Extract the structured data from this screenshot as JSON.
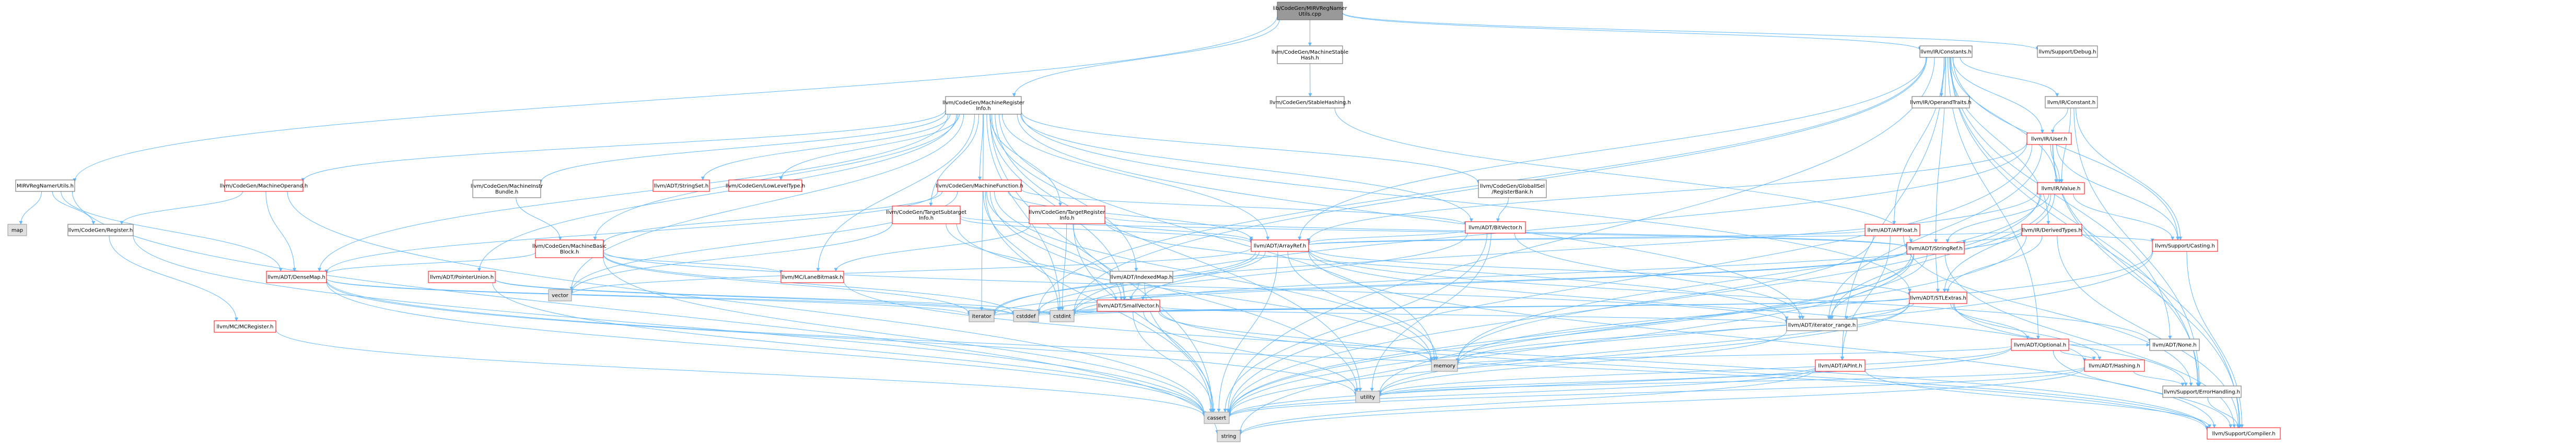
{
  "colors": {
    "edge": "#63b8ff",
    "root_fill": "#999999",
    "root_border": "#666666",
    "local_border": "#666666",
    "error_border": "#ff0000",
    "system_fill": "#e0e0e0",
    "system_border": "#999999"
  },
  "nodes": [
    {
      "id": "n_root",
      "kind": "root",
      "lines": [
        "lib/CodeGen/MIRVRegNamer",
        "Utils.cpp"
      ]
    },
    {
      "id": "n_mirvru_h",
      "kind": "local",
      "lines": [
        "MIRVRegNamerUtils.h"
      ]
    },
    {
      "id": "n_mri_h",
      "kind": "local",
      "lines": [
        "llvm/CodeGen/MachineRegister",
        "Info.h"
      ]
    },
    {
      "id": "n_mst_h",
      "kind": "local",
      "lines": [
        "llvm/CodeGen/MachineStable",
        "Hash.h"
      ]
    },
    {
      "id": "n_stablehash_h",
      "kind": "local",
      "lines": [
        "llvm/CodeGen/StableHashing.h"
      ]
    },
    {
      "id": "n_constants_h",
      "kind": "local",
      "lines": [
        "llvm/IR/Constants.h"
      ]
    },
    {
      "id": "n_debug_h",
      "kind": "local",
      "lines": [
        "llvm/Support/Debug.h"
      ]
    },
    {
      "id": "n_map",
      "kind": "system",
      "lines": [
        "map"
      ]
    },
    {
      "id": "n_register_h",
      "kind": "local",
      "lines": [
        "llvm/CodeGen/Register.h"
      ]
    },
    {
      "id": "n_mo_h",
      "kind": "error",
      "lines": [
        "llvm/CodeGen/MachineOperand.h"
      ]
    },
    {
      "id": "n_mcregister_h",
      "kind": "error",
      "lines": [
        "llvm/MC/MCRegister.h"
      ]
    },
    {
      "id": "n_densemap_h",
      "kind": "error",
      "lines": [
        "llvm/ADT/DenseMap.h"
      ]
    },
    {
      "id": "n_mbb_h",
      "kind": "error",
      "lines": [
        "llvm/CodeGen/MachineBasic",
        "Block.h"
      ]
    },
    {
      "id": "n_pu_h",
      "kind": "error",
      "lines": [
        "llvm/ADT/PointerUnion.h"
      ]
    },
    {
      "id": "n_mib_h",
      "kind": "local",
      "lines": [
        "llvm/CodeGen/MachineInstr",
        "Bundle.h"
      ]
    },
    {
      "id": "n_stringset_h",
      "kind": "error",
      "lines": [
        "llvm/ADT/StringSet.h"
      ]
    },
    {
      "id": "n_llt_h",
      "kind": "error",
      "lines": [
        "llvm/CodeGen/LowLevelType.h"
      ]
    },
    {
      "id": "n_mf_h",
      "kind": "error",
      "lines": [
        "llvm/CodeGen/MachineFunction.h"
      ]
    },
    {
      "id": "n_tsi_h",
      "kind": "error",
      "lines": [
        "llvm/CodeGen/TargetSubtarget",
        "Info.h"
      ]
    },
    {
      "id": "n_tri_h",
      "kind": "error",
      "lines": [
        "llvm/CodeGen/TargetRegister",
        "Info.h"
      ]
    },
    {
      "id": "n_imap_h",
      "kind": "local",
      "lines": [
        "llvm/ADT/IndexedMap.h"
      ]
    },
    {
      "id": "n_grb_h",
      "kind": "local",
      "lines": [
        "llvm/CodeGen/GlobalISel",
        "/RegisterBank.h"
      ]
    },
    {
      "id": "n_bitvector_h",
      "kind": "error",
      "lines": [
        "llvm/ADT/BitVector.h"
      ]
    },
    {
      "id": "n_lanemask_h",
      "kind": "error",
      "lines": [
        "llvm/MC/LaneBitmask.h"
      ]
    },
    {
      "id": "n_arrayref_h",
      "kind": "error",
      "lines": [
        "llvm/ADT/ArrayRef.h"
      ]
    },
    {
      "id": "n_smallvector_h",
      "kind": "error",
      "lines": [
        "llvm/ADT/SmallVector.h"
      ]
    },
    {
      "id": "n_stringref_h",
      "kind": "error",
      "lines": [
        "llvm/ADT/StringRef.h"
      ]
    },
    {
      "id": "n_stlextras_h",
      "kind": "error",
      "lines": [
        "llvm/ADT/STLExtras.h"
      ]
    },
    {
      "id": "n_iterrange_h",
      "kind": "local",
      "lines": [
        "llvm/ADT/iterator_range.h"
      ]
    },
    {
      "id": "n_apint_h",
      "kind": "error",
      "lines": [
        "llvm/ADT/APInt.h"
      ]
    },
    {
      "id": "n_hashing_h",
      "kind": "error",
      "lines": [
        "llvm/ADT/Hashing.h"
      ]
    },
    {
      "id": "n_optional_h",
      "kind": "error",
      "lines": [
        "llvm/ADT/Optional.h"
      ]
    },
    {
      "id": "n_none_h",
      "kind": "local",
      "lines": [
        "llvm/ADT/None.h"
      ]
    },
    {
      "id": "n_errhand_h",
      "kind": "local",
      "lines": [
        "llvm/Support/ErrorHandling.h"
      ]
    },
    {
      "id": "n_compiler_h",
      "kind": "error",
      "lines": [
        "llvm/Support/Compiler.h"
      ]
    },
    {
      "id": "n_casting_h",
      "kind": "error",
      "lines": [
        "llvm/Support/Casting.h"
      ]
    },
    {
      "id": "n_user_h",
      "kind": "error",
      "lines": [
        "llvm/IR/User.h"
      ]
    },
    {
      "id": "n_value_h",
      "kind": "error",
      "lines": [
        "llvm/IR/Value.h"
      ]
    },
    {
      "id": "n_constant_h",
      "kind": "local",
      "lines": [
        "llvm/IR/Constant.h"
      ]
    },
    {
      "id": "n_optraits_h",
      "kind": "local",
      "lines": [
        "llvm/IR/OperandTraits.h"
      ]
    },
    {
      "id": "n_dtypes_h",
      "kind": "error",
      "lines": [
        "llvm/IR/DerivedTypes.h"
      ]
    },
    {
      "id": "n_apfloat_h",
      "kind": "error",
      "lines": [
        "llvm/ADT/APFloat.h"
      ]
    },
    {
      "id": "n_vector",
      "kind": "system",
      "lines": [
        "vector"
      ]
    },
    {
      "id": "n_iterator",
      "kind": "system",
      "lines": [
        "iterator"
      ]
    },
    {
      "id": "n_cstddef",
      "kind": "system",
      "lines": [
        "cstddef"
      ]
    },
    {
      "id": "n_cstdint",
      "kind": "system",
      "lines": [
        "cstdint"
      ]
    },
    {
      "id": "n_memory",
      "kind": "system",
      "lines": [
        "memory"
      ]
    },
    {
      "id": "n_cassert",
      "kind": "system",
      "lines": [
        "cassert"
      ]
    },
    {
      "id": "n_utility",
      "kind": "system",
      "lines": [
        "utility"
      ]
    },
    {
      "id": "n_string",
      "kind": "system",
      "lines": [
        "string"
      ]
    }
  ],
  "edges": [
    [
      "n_root",
      "n_mirvru_h"
    ],
    [
      "n_root",
      "n_mri_h"
    ],
    [
      "n_root",
      "n_mst_h"
    ],
    [
      "n_root",
      "n_constants_h"
    ],
    [
      "n_root",
      "n_debug_h"
    ],
    [
      "n_mst_h",
      "n_stablehash_h"
    ],
    [
      "n_stablehash_h",
      "n_stringref_h"
    ],
    [
      "n_mirvru_h",
      "n_map"
    ],
    [
      "n_mirvru_h",
      "n_register_h"
    ],
    [
      "n_mirvru_h",
      "n_densemap_h"
    ],
    [
      "n_mirvru_h",
      "n_string"
    ],
    [
      "n_register_h",
      "n_mcregister_h"
    ],
    [
      "n_register_h",
      "n_cassert"
    ],
    [
      "n_mcregister_h",
      "n_cassert"
    ],
    [
      "n_mri_h",
      "n_mo_h"
    ],
    [
      "n_mri_h",
      "n_mbb_h"
    ],
    [
      "n_mri_h",
      "n_pu_h"
    ],
    [
      "n_mri_h",
      "n_mib_h"
    ],
    [
      "n_mri_h",
      "n_stringset_h"
    ],
    [
      "n_mri_h",
      "n_llt_h"
    ],
    [
      "n_mri_h",
      "n_mf_h"
    ],
    [
      "n_mri_h",
      "n_tsi_h"
    ],
    [
      "n_mri_h",
      "n_tri_h"
    ],
    [
      "n_mri_h",
      "n_imap_h"
    ],
    [
      "n_mri_h",
      "n_grb_h"
    ],
    [
      "n_mri_h",
      "n_bitvector_h"
    ],
    [
      "n_mri_h",
      "n_arrayref_h"
    ],
    [
      "n_mri_h",
      "n_smallvector_h"
    ],
    [
      "n_mri_h",
      "n_stlextras_h"
    ],
    [
      "n_mri_h",
      "n_iterrange_h"
    ],
    [
      "n_mri_h",
      "n_vector"
    ],
    [
      "n_mri_h",
      "n_memory"
    ],
    [
      "n_mri_h",
      "n_cstdint"
    ],
    [
      "n_mri_h",
      "n_utility"
    ],
    [
      "n_mri_h",
      "n_iterator"
    ],
    [
      "n_mri_h",
      "n_cassert"
    ],
    [
      "n_mri_h",
      "n_lanemask_h"
    ],
    [
      "n_mri_h",
      "n_densemap_h"
    ],
    [
      "n_mo_h",
      "n_densemap_h"
    ],
    [
      "n_mo_h",
      "n_register_h"
    ],
    [
      "n_mo_h",
      "n_cassert"
    ],
    [
      "n_mbb_h",
      "n_densemap_h"
    ],
    [
      "n_mbb_h",
      "n_lanemask_h"
    ],
    [
      "n_mbb_h",
      "n_iterrange_h"
    ],
    [
      "n_mbb_h",
      "n_cassert"
    ],
    [
      "n_mbb_h",
      "n_iterator"
    ],
    [
      "n_mbb_h",
      "n_cstddef"
    ],
    [
      "n_mib_h",
      "n_mbb_h"
    ],
    [
      "n_pu_h",
      "n_cassert"
    ],
    [
      "n_pu_h",
      "n_cstddef"
    ],
    [
      "n_pu_h",
      "n_cstdint"
    ],
    [
      "n_densemap_h",
      "n_cassert"
    ],
    [
      "n_densemap_h",
      "n_cstddef"
    ],
    [
      "n_densemap_h",
      "n_iterator"
    ],
    [
      "n_densemap_h",
      "n_utility"
    ],
    [
      "n_densemap_h",
      "n_compiler_h"
    ],
    [
      "n_mf_h",
      "n_arrayref_h"
    ],
    [
      "n_mf_h",
      "n_bitvector_h"
    ],
    [
      "n_mf_h",
      "n_densemap_h"
    ],
    [
      "n_mf_h",
      "n_smallvector_h"
    ],
    [
      "n_mf_h",
      "n_mbb_h"
    ],
    [
      "n_mf_h",
      "n_vector"
    ],
    [
      "n_mf_h",
      "n_cassert"
    ],
    [
      "n_mf_h",
      "n_cstdint"
    ],
    [
      "n_mf_h",
      "n_memory"
    ],
    [
      "n_mf_h",
      "n_utility"
    ],
    [
      "n_tsi_h",
      "n_arrayref_h"
    ],
    [
      "n_tsi_h",
      "n_smallvector_h"
    ],
    [
      "n_tsi_h",
      "n_stringref_h"
    ],
    [
      "n_tsi_h",
      "n_vector"
    ],
    [
      "n_tsi_h",
      "n_memory"
    ],
    [
      "n_tri_h",
      "n_arrayref_h"
    ],
    [
      "n_tri_h",
      "n_smallvector_h"
    ],
    [
      "n_tri_h",
      "n_stringref_h"
    ],
    [
      "n_tri_h",
      "n_iterrange_h"
    ],
    [
      "n_tri_h",
      "n_lanemask_h"
    ],
    [
      "n_tri_h",
      "n_cassert"
    ],
    [
      "n_tri_h",
      "n_cstdint"
    ],
    [
      "n_imap_h",
      "n_smallvector_h"
    ],
    [
      "n_imap_h",
      "n_cassert"
    ],
    [
      "n_grb_h",
      "n_bitvector_h"
    ],
    [
      "n_bitvector_h",
      "n_arrayref_h"
    ],
    [
      "n_bitvector_h",
      "n_iterrange_h"
    ],
    [
      "n_bitvector_h",
      "n_cstdint"
    ],
    [
      "n_bitvector_h",
      "n_cassert"
    ],
    [
      "n_bitvector_h",
      "n_utility"
    ],
    [
      "n_lanemask_h",
      "n_compiler_h"
    ],
    [
      "n_arrayref_h",
      "n_hashing_h"
    ],
    [
      "n_arrayref_h",
      "n_none_h"
    ],
    [
      "n_arrayref_h",
      "n_smallvector_h"
    ],
    [
      "n_arrayref_h",
      "n_stlextras_h"
    ],
    [
      "n_arrayref_h",
      "n_compiler_h"
    ],
    [
      "n_arrayref_h",
      "n_cstddef"
    ],
    [
      "n_arrayref_h",
      "n_iterator"
    ],
    [
      "n_arrayref_h",
      "n_memory"
    ],
    [
      "n_arrayref_h",
      "n_vector"
    ],
    [
      "n_arrayref_h",
      "n_cassert"
    ],
    [
      "n_smallvector_h",
      "n_iterrange_h"
    ],
    [
      "n_smallvector_h",
      "n_compiler_h"
    ],
    [
      "n_smallvector_h",
      "n_cassert"
    ],
    [
      "n_smallvector_h",
      "n_cstddef"
    ],
    [
      "n_smallvector_h",
      "n_cstdint"
    ],
    [
      "n_smallvector_h",
      "n_iterator"
    ],
    [
      "n_smallvector_h",
      "n_memory"
    ],
    [
      "n_smallvector_h",
      "n_utility"
    ],
    [
      "n_stringref_h",
      "n_stlextras_h"
    ],
    [
      "n_stringref_h",
      "n_iterrange_h"
    ],
    [
      "n_stringref_h",
      "n_compiler_h"
    ],
    [
      "n_stringref_h",
      "n_cassert"
    ],
    [
      "n_stringref_h",
      "n_cstddef"
    ],
    [
      "n_stringref_h",
      "n_iterator"
    ],
    [
      "n_stringref_h",
      "n_string"
    ],
    [
      "n_stringref_h",
      "n_utility"
    ],
    [
      "n_stlextras_h",
      "n_optional_h"
    ],
    [
      "n_stlextras_h",
      "n_hashing_h"
    ],
    [
      "n_stlextras_h",
      "n_iterrange_h"
    ],
    [
      "n_stlextras_h",
      "n_errhand_h"
    ],
    [
      "n_stlextras_h",
      "n_cassert"
    ],
    [
      "n_stlextras_h",
      "n_cstddef"
    ],
    [
      "n_stlextras_h",
      "n_cstdint"
    ],
    [
      "n_stlextras_h",
      "n_iterator"
    ],
    [
      "n_stlextras_h",
      "n_memory"
    ],
    [
      "n_stlextras_h",
      "n_utility"
    ],
    [
      "n_iterrange_h",
      "n_utility"
    ],
    [
      "n_optional_h",
      "n_hashing_h"
    ],
    [
      "n_optional_h",
      "n_none_h"
    ],
    [
      "n_optional_h",
      "n_compiler_h"
    ],
    [
      "n_optional_h",
      "n_cassert"
    ],
    [
      "n_optional_h",
      "n_utility"
    ],
    [
      "n_optional_h",
      "n_memory"
    ],
    [
      "n_hashing_h",
      "n_errhand_h"
    ],
    [
      "n_hashing_h",
      "n_cassert"
    ],
    [
      "n_hashing_h",
      "n_string"
    ],
    [
      "n_hashing_h",
      "n_utility"
    ],
    [
      "n_errhand_h",
      "n_compiler_h"
    ],
    [
      "n_apint_h",
      "n_compiler_h"
    ],
    [
      "n_apint_h",
      "n_cassert"
    ],
    [
      "n_apint_h",
      "n_string"
    ],
    [
      "n_apint_h",
      "n_utility"
    ],
    [
      "n_casting_h",
      "n_compiler_h"
    ],
    [
      "n_casting_h",
      "n_cassert"
    ],
    [
      "n_casting_h",
      "n_memory"
    ],
    [
      "n_constants_h",
      "n_apfloat_h"
    ],
    [
      "n_constants_h",
      "n_apint_h"
    ],
    [
      "n_constants_h",
      "n_arrayref_h"
    ],
    [
      "n_constants_h",
      "n_none_h"
    ],
    [
      "n_constants_h",
      "n_optional_h"
    ],
    [
      "n_constants_h",
      "n_stringref_h"
    ],
    [
      "n_constants_h",
      "n_constant_h"
    ],
    [
      "n_constants_h",
      "n_dtypes_h"
    ],
    [
      "n_constants_h",
      "n_optraits_h"
    ],
    [
      "n_constants_h",
      "n_user_h"
    ],
    [
      "n_constants_h",
      "n_value_h"
    ],
    [
      "n_constants_h",
      "n_casting_h"
    ],
    [
      "n_constants_h",
      "n_compiler_h"
    ],
    [
      "n_constants_h",
      "n_errhand_h"
    ],
    [
      "n_constants_h",
      "n_cassert"
    ],
    [
      "n_constants_h",
      "n_cstddef"
    ],
    [
      "n_constants_h",
      "n_cstdint"
    ],
    [
      "n_constant_h",
      "n_user_h"
    ],
    [
      "n_constant_h",
      "n_value_h"
    ],
    [
      "n_constant_h",
      "n_casting_h"
    ],
    [
      "n_constant_h",
      "n_errhand_h"
    ],
    [
      "n_user_h",
      "n_iterrange_h"
    ],
    [
      "n_user_h",
      "n_value_h"
    ],
    [
      "n_user_h",
      "n_casting_h"
    ],
    [
      "n_user_h",
      "n_compiler_h"
    ],
    [
      "n_user_h",
      "n_errhand_h"
    ],
    [
      "n_user_h",
      "n_cassert"
    ],
    [
      "n_user_h",
      "n_cstdint"
    ],
    [
      "n_user_h",
      "n_arrayref_h"
    ],
    [
      "n_value_h",
      "n_stlextras_h"
    ],
    [
      "n_value_h",
      "n_iterrange_h"
    ],
    [
      "n_value_h",
      "n_casting_h"
    ],
    [
      "n_value_h",
      "n_cassert"
    ],
    [
      "n_value_h",
      "n_iterator"
    ],
    [
      "n_value_h",
      "n_memory"
    ],
    [
      "n_value_h",
      "n_stringref_h"
    ],
    [
      "n_dtypes_h",
      "n_arrayref_h"
    ],
    [
      "n_dtypes_h",
      "n_stlextras_h"
    ],
    [
      "n_dtypes_h",
      "n_stringref_h"
    ],
    [
      "n_dtypes_h",
      "n_casting_h"
    ],
    [
      "n_dtypes_h",
      "n_compiler_h"
    ],
    [
      "n_dtypes_h",
      "n_cassert"
    ],
    [
      "n_dtypes_h",
      "n_cstdint"
    ],
    [
      "n_apfloat_h",
      "n_apint_h"
    ],
    [
      "n_apfloat_h",
      "n_arrayref_h"
    ],
    [
      "n_apfloat_h",
      "n_errhand_h"
    ],
    [
      "n_apfloat_h",
      "n_memory"
    ]
  ]
}
